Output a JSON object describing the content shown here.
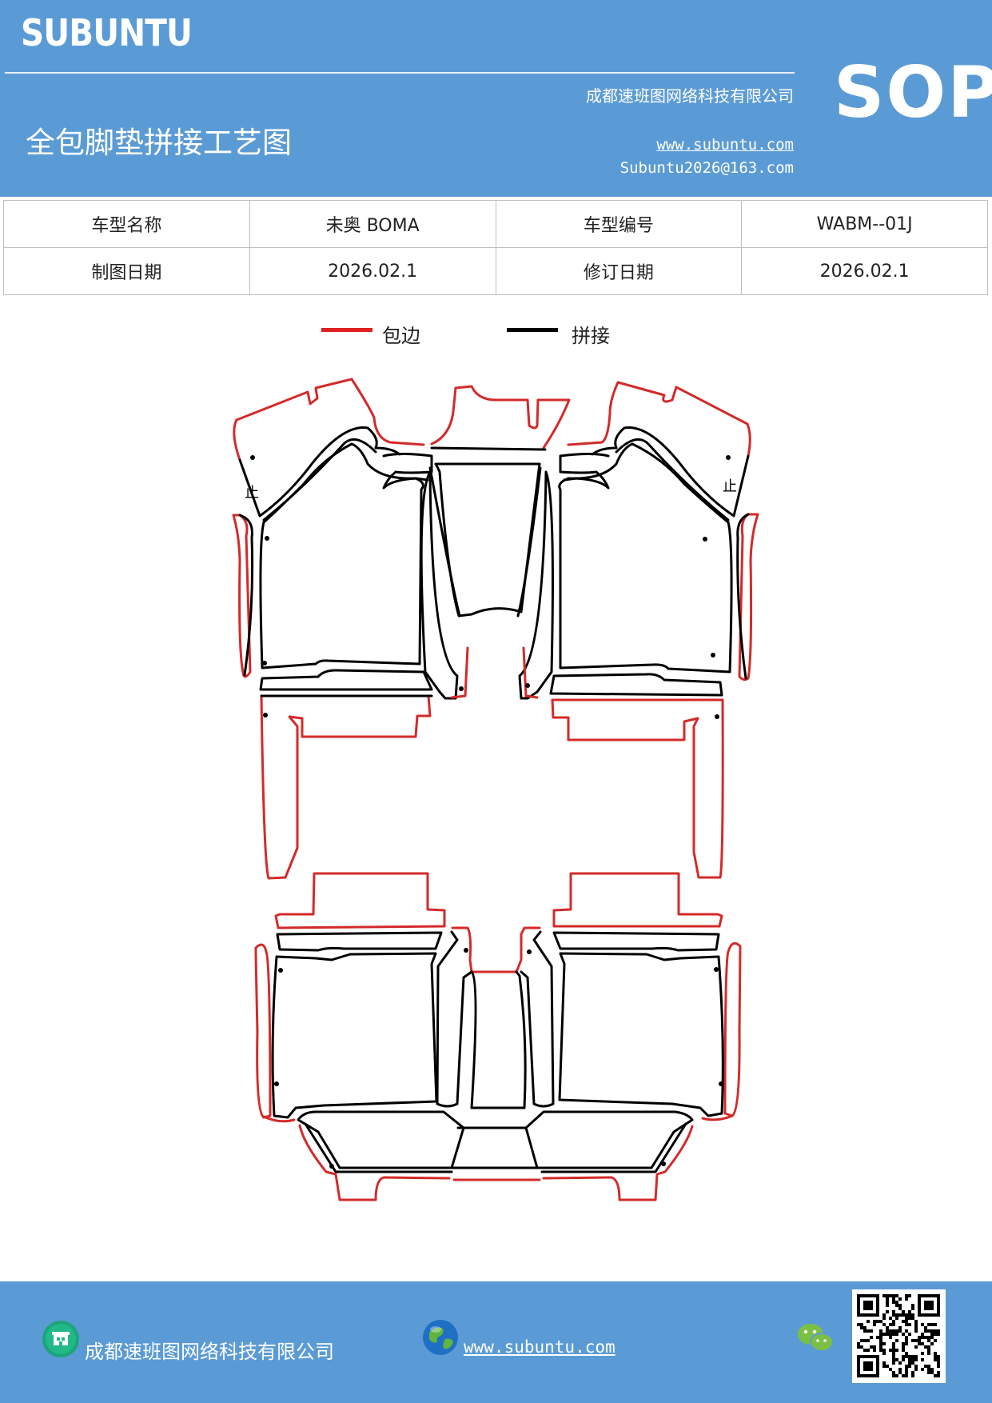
{
  "header": {
    "logo": "SUBUNTU",
    "company": "成都速班图网络科技有限公司",
    "title": "全包脚垫拼接工艺图",
    "website": "www.subuntu.com",
    "email": "Subuntu2026@163.com",
    "badge": "SOP"
  },
  "info_table": {
    "rows": [
      [
        "车型名称",
        "未奥 BOMA",
        "车型编号",
        "WABM--01J"
      ],
      [
        "制图日期",
        "2026.02.1",
        "修订日期",
        "2026.02.1"
      ]
    ]
  },
  "legend": {
    "items": [
      {
        "label": "包边",
        "color": "#e02020"
      },
      {
        "label": "拼接",
        "color": "#000000"
      }
    ]
  },
  "diagram": {
    "marks": [
      "止",
      "止"
    ],
    "edge_color": "#e02020",
    "seam_color": "#000000"
  },
  "footer": {
    "company": "成都速班图网络科技有限公司",
    "website": "www.subuntu.com ",
    "icons": [
      "building-icon",
      "globe-icon",
      "wechat-icon",
      "qr-code"
    ]
  }
}
